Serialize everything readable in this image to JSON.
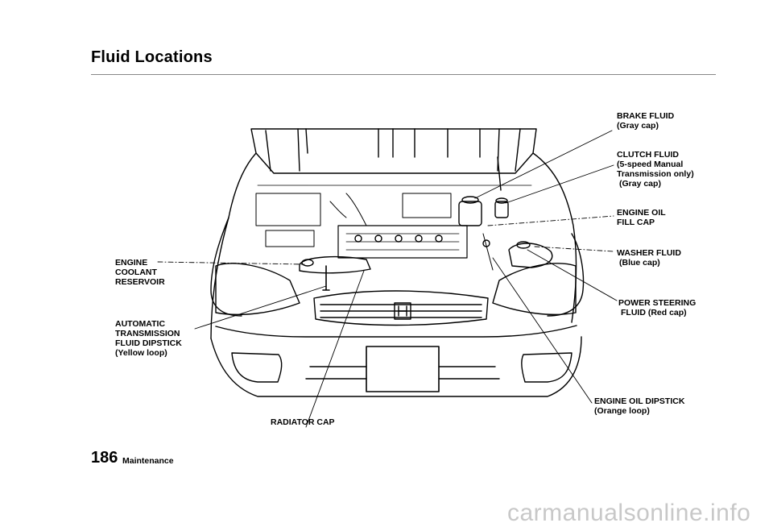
{
  "page": {
    "title": "Fluid Locations",
    "page_number": "186",
    "section": "Maintenance",
    "watermark": "carmanualsonline.info"
  },
  "labels": {
    "brake_fluid": [
      "BRAKE FLUID",
      "(Gray cap)"
    ],
    "clutch_fluid": [
      "CLUTCH FLUID",
      "(5-speed Manual",
      "Transmission only)",
      "(Gray cap)"
    ],
    "engine_oil_fill": [
      "ENGINE OIL",
      "FILL CAP"
    ],
    "washer_fluid": [
      "WASHER FLUID",
      "(Blue cap)"
    ],
    "power_steering": [
      "POWER STEERING",
      "FLUID (Red cap)"
    ],
    "engine_oil_dipstick": [
      "ENGINE OIL DIPSTICK",
      "(Orange loop)"
    ],
    "radiator_cap": [
      "RADIATOR CAP"
    ],
    "coolant_reservoir": [
      "ENGINE",
      "COOLANT",
      "RESERVOIR"
    ],
    "atf_dipstick": [
      "AUTOMATIC",
      "TRANSMISSION",
      "FLUID DIPSTICK",
      "(Yellow loop)"
    ]
  },
  "colors": {
    "ink": "#000000",
    "rule": "#888888",
    "watermark": "#c8c8c8"
  }
}
